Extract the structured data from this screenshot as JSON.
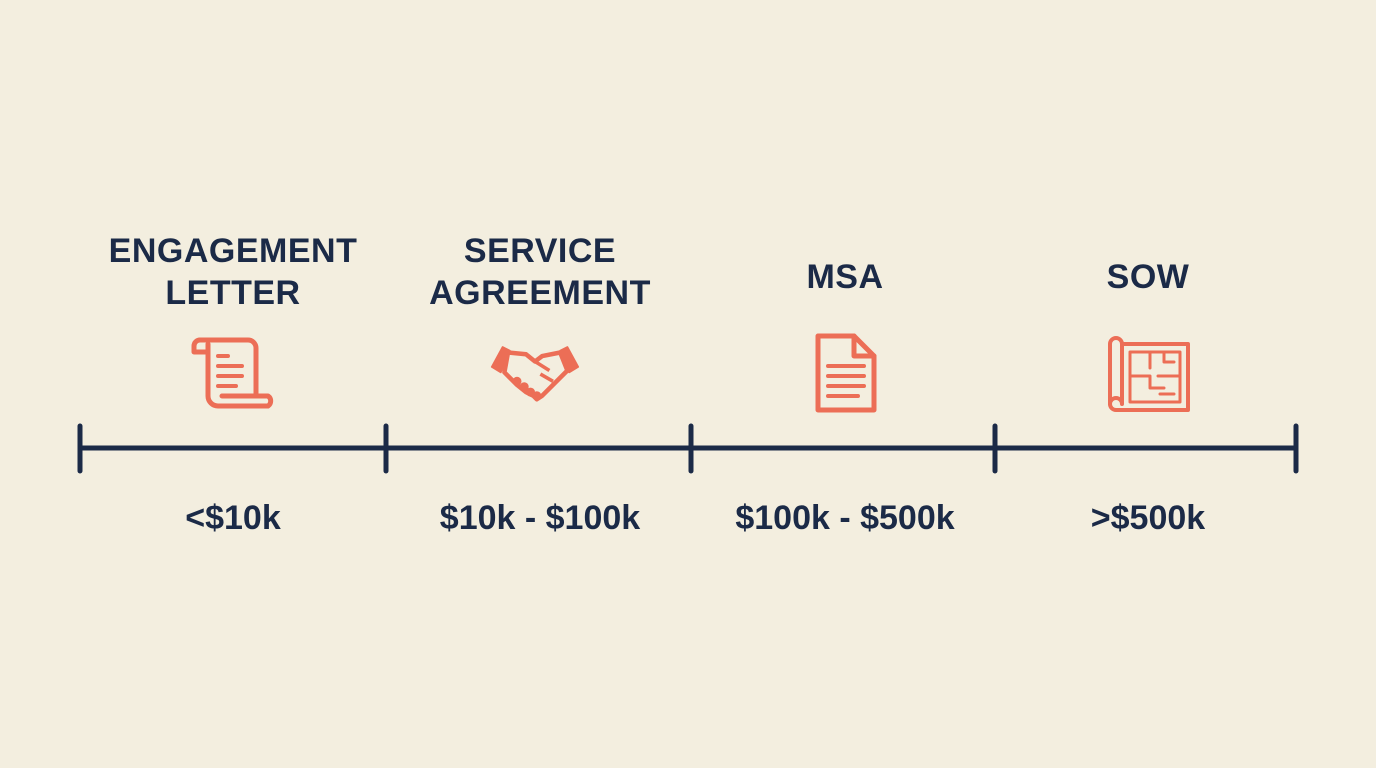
{
  "colors": {
    "background": "#f3eedf",
    "text": "#1b2a47",
    "line": "#1b2a47",
    "icon": "#ec6e56"
  },
  "segments": [
    {
      "title": "ENGAGEMENT\nLETTER",
      "range": "<$10k",
      "icon": "scroll-document-icon"
    },
    {
      "title": "SERVICE\nAGREEMENT",
      "range": "$10k - $100k",
      "icon": "handshake-icon"
    },
    {
      "title": "MSA",
      "range": "$100k - $500k",
      "icon": "document-icon"
    },
    {
      "title": "SOW",
      "range": ">$500k",
      "icon": "blueprint-icon"
    }
  ]
}
